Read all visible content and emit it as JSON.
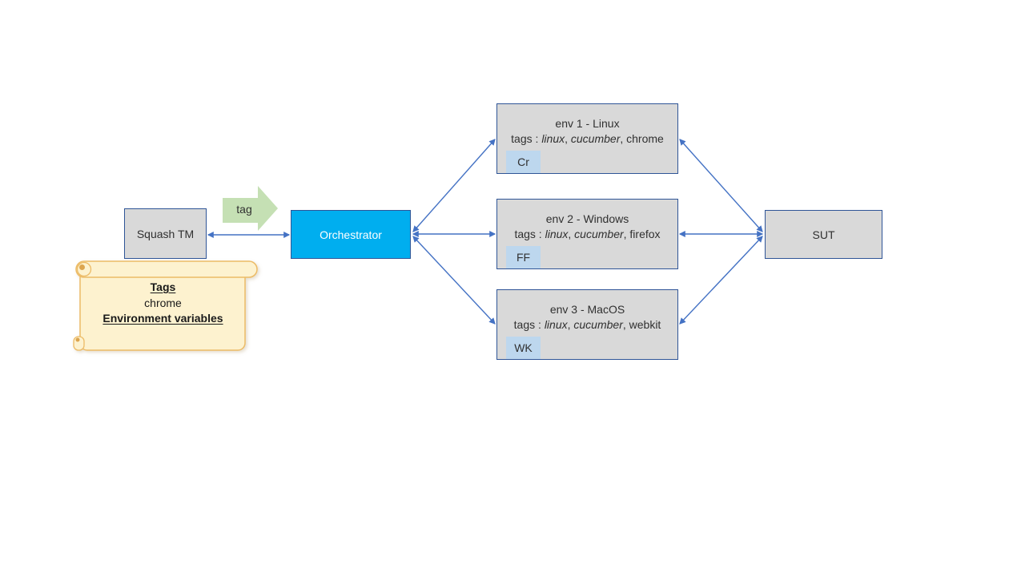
{
  "colors": {
    "box_fill": "#d9d9d9",
    "box_border": "#2f5597",
    "orchestrator_fill": "#00aeef",
    "orchestrator_text": "#ffffff",
    "connector_blue": "#4472c4",
    "green_arrow_fill": "#c5e0b4",
    "badge_fill": "#bdd7ee",
    "scroll_fill": "#fdf2cf",
    "scroll_border": "#ecbb66",
    "scroll_curl": "#dca54f",
    "text": "#303030"
  },
  "nodes": {
    "squash_tm": {
      "label": "Squash TM"
    },
    "orchestrator": {
      "label": "Orchestrator"
    },
    "sut": {
      "label": "SUT"
    }
  },
  "tag_arrow": {
    "label": "tag"
  },
  "environments": [
    {
      "title": "env 1 - Linux",
      "tags_parts": [
        "tags : ",
        "linux",
        ", ",
        "cucumber",
        ", chrome"
      ],
      "badge": "Cr"
    },
    {
      "title": "env 2 - Windows",
      "tags_parts": [
        "tags : ",
        "linux",
        ", ",
        "cucumber",
        ", firefox"
      ],
      "badge": "FF"
    },
    {
      "title": "env 3 - MacOS",
      "tags_parts": [
        "tags : ",
        "linux",
        ", ",
        "cucumber",
        ", webkit"
      ],
      "badge": "WK"
    }
  ],
  "note": {
    "line1": "Tags",
    "line2": "chrome",
    "line3": "Environment variables"
  }
}
